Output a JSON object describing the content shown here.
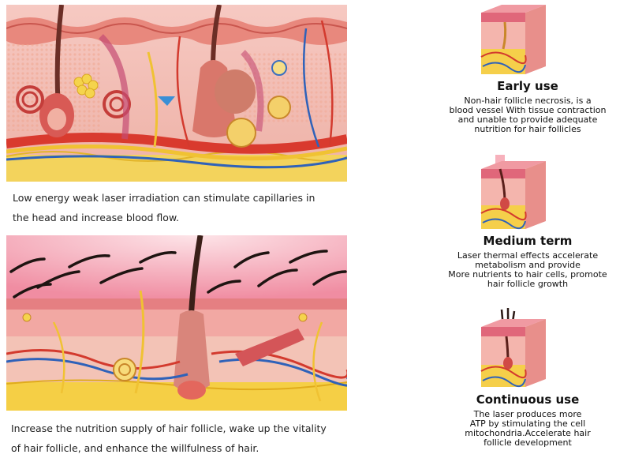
{
  "left_panels": [
    {
      "caption_lines": [
        "Low energy weak laser irradiation can stimulate capillaries in",
        "the head and increase blood flow."
      ]
    },
    {
      "caption_lines": [
        "Increase the nutrition supply of hair follicle, wake up the vitality",
        "of hair follicle, and enhance the willfulness of hair."
      ]
    }
  ],
  "stages": [
    {
      "title": "Early use",
      "description": "Non-hair follicle necrosis, is a\nblood vessel With tissue contraction\nand unable to provide adequate\nnutrition for hair follicles"
    },
    {
      "title": "Medium term",
      "description": "Laser thermal effects accelerate\nmetabolism and provide\nMore nutrients to hair cells, promote\nhair follicle growth"
    },
    {
      "title": "Continuous use",
      "description": "The laser produces more\nATP by stimulating the cell\nmitochondria.Accelerate hair\nfollicle development"
    }
  ],
  "colors": {
    "skin_pink": "#f3b6b0",
    "epidermis": "#e98a86",
    "fat_yellow": "#f5d24a",
    "artery_red": "#d62828",
    "vein_blue": "#2a5fb8",
    "hair_dark": "#2b1a16"
  }
}
